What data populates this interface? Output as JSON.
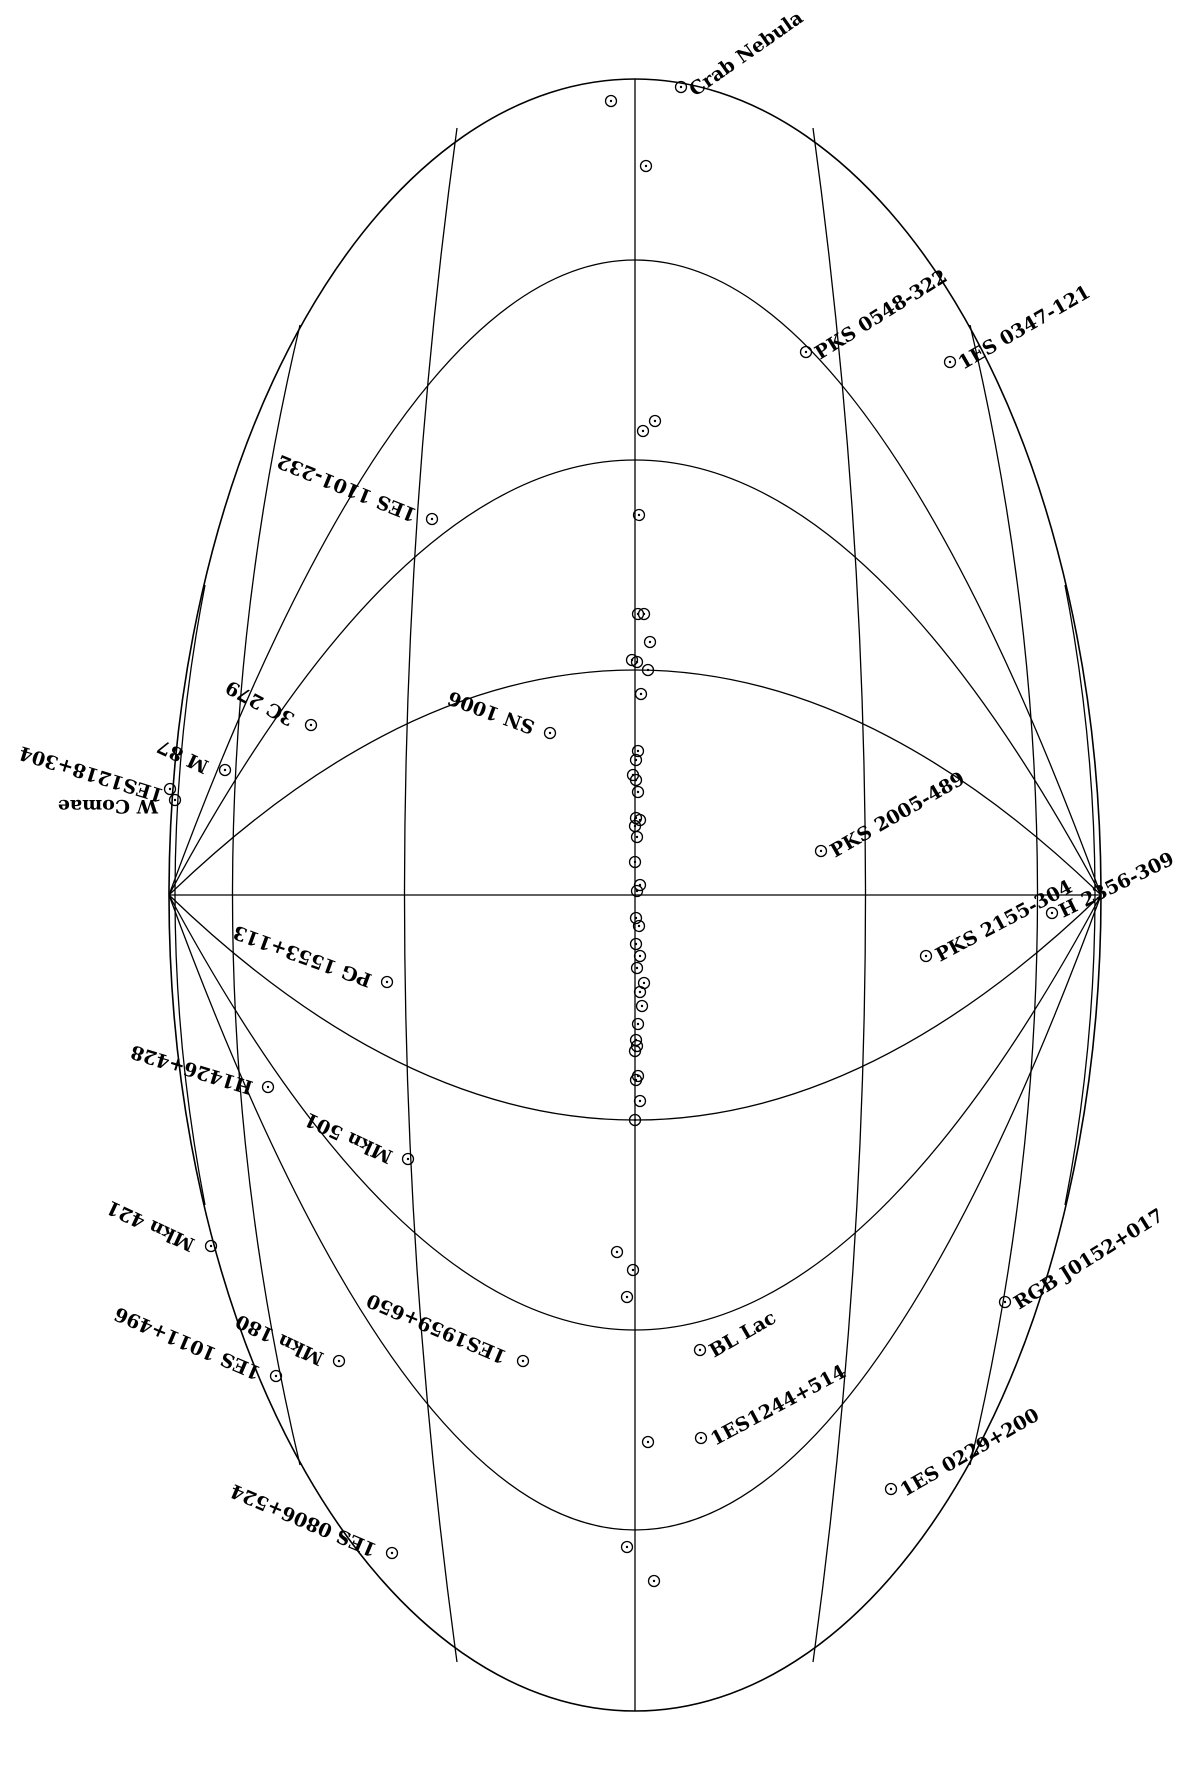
{
  "diagram": {
    "projection": "Hammer-Aitoff (rotated)",
    "colors": {
      "ink": "#000000",
      "background": "#ffffff"
    },
    "labeled_sources": [
      {
        "id": "crab",
        "name": "Crab Nebula"
      },
      {
        "id": "pks0548",
        "name": "PKS 0548-322"
      },
      {
        "id": "1es0347",
        "name": "1ES 0347-121"
      },
      {
        "id": "1es1101",
        "name": "1ES 1101-232"
      },
      {
        "id": "3c279",
        "name": "3C 279"
      },
      {
        "id": "sn1006",
        "name": "SN 1006"
      },
      {
        "id": "1es1218",
        "name": "1ES1218+304"
      },
      {
        "id": "m87",
        "name": "M 87"
      },
      {
        "id": "wcomae",
        "name": "W Comae"
      },
      {
        "id": "pks2005",
        "name": "PKS 2005-489"
      },
      {
        "id": "h2356",
        "name": "H 2356-309"
      },
      {
        "id": "pks2155",
        "name": "PKS 2155-304"
      },
      {
        "id": "pg1553",
        "name": "PG 1553+113"
      },
      {
        "id": "h1426",
        "name": "H1426+428"
      },
      {
        "id": "mkn501",
        "name": "Mkn 501"
      },
      {
        "id": "mkn421",
        "name": "Mkn 421"
      },
      {
        "id": "1es1959",
        "name": "1ES1959+650"
      },
      {
        "id": "mkn180",
        "name": "Mkn 180"
      },
      {
        "id": "1es1011",
        "name": "1ES 1011+496"
      },
      {
        "id": "bllac",
        "name": "BL Lac"
      },
      {
        "id": "1es1244",
        "name": "1ES1244+514"
      },
      {
        "id": "rgbj0152",
        "name": "RGB J0152+017"
      },
      {
        "id": "1es0229",
        "name": "1ES 0229+200"
      },
      {
        "id": "1es0806",
        "name": "1ES 0806+524"
      }
    ]
  }
}
